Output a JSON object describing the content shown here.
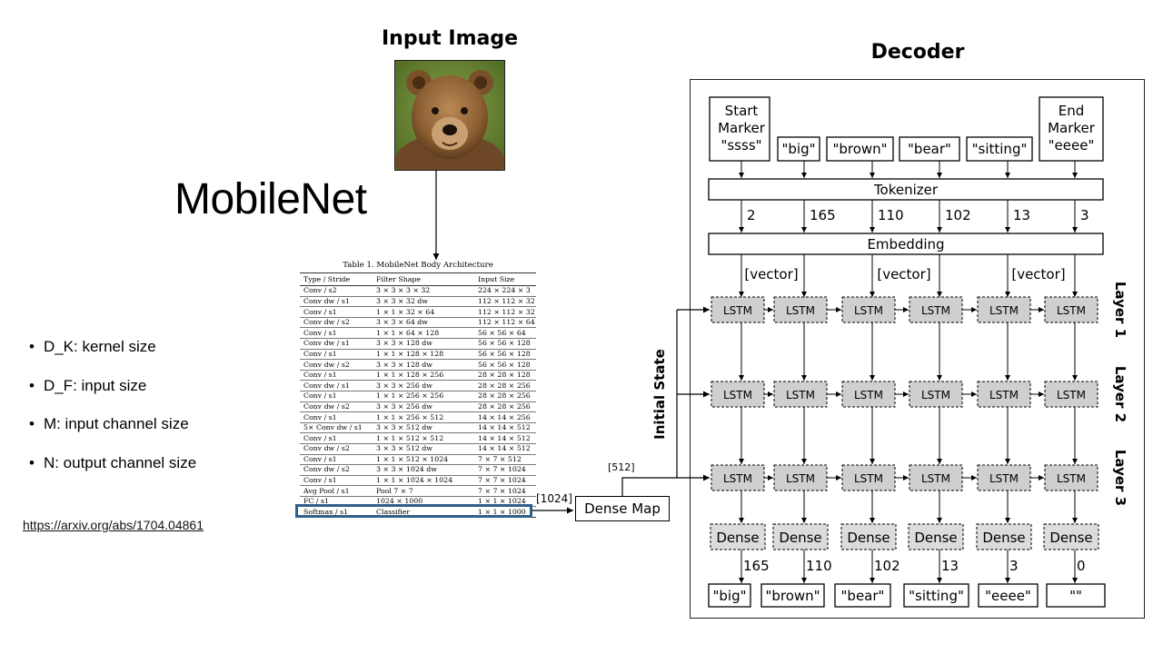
{
  "input_image": {
    "title": "Input Image",
    "alt": "bear"
  },
  "mobilenet": {
    "title": "MobileNet",
    "table_caption": "Table 1. MobileNet Body Architecture",
    "headers": [
      "Type / Stride",
      "Filter Shape",
      "Input Size"
    ],
    "rows": [
      [
        "Conv / s2",
        "3 × 3 × 3 × 32",
        "224 × 224 × 3"
      ],
      [
        "Conv dw / s1",
        "3 × 3 × 32 dw",
        "112 × 112 × 32"
      ],
      [
        "Conv / s1",
        "1 × 1 × 32 × 64",
        "112 × 112 × 32"
      ],
      [
        "Conv dw / s2",
        "3 × 3 × 64 dw",
        "112 × 112 × 64"
      ],
      [
        "Conv / s1",
        "1 × 1 × 64 × 128",
        "56 × 56 × 64"
      ],
      [
        "Conv dw / s1",
        "3 × 3 × 128 dw",
        "56 × 56 × 128"
      ],
      [
        "Conv / s1",
        "1 × 1 × 128 × 128",
        "56 × 56 × 128"
      ],
      [
        "Conv dw / s2",
        "3 × 3 × 128 dw",
        "56 × 56 × 128"
      ],
      [
        "Conv / s1",
        "1 × 1 × 128 × 256",
        "28 × 28 × 128"
      ],
      [
        "Conv dw / s1",
        "3 × 3 × 256 dw",
        "28 × 28 × 256"
      ],
      [
        "Conv / s1",
        "1 × 1 × 256 × 256",
        "28 × 28 × 256"
      ],
      [
        "Conv dw / s2",
        "3 × 3 × 256 dw",
        "28 × 28 × 256"
      ],
      [
        "Conv / s1",
        "1 × 1 × 256 × 512",
        "14 × 14 × 256"
      ],
      [
        "5× Conv dw / s1",
        "3 × 3 × 512 dw",
        "14 × 14 × 512"
      ],
      [
        "Conv / s1",
        "1 × 1 × 512 × 512",
        "14 × 14 × 512"
      ],
      [
        "Conv dw / s2",
        "3 × 3 × 512 dw",
        "14 × 14 × 512"
      ],
      [
        "Conv / s1",
        "1 × 1 × 512 × 1024",
        "7 × 7 × 512"
      ],
      [
        "Conv dw / s2",
        "3 × 3 × 1024 dw",
        "7 × 7 × 1024"
      ],
      [
        "Conv / s1",
        "1 × 1 × 1024 × 1024",
        "7 × 7 × 1024"
      ],
      [
        "Avg Pool / s1",
        "Pool 7 × 7",
        "7 × 7 × 1024"
      ],
      [
        "FC / s1",
        "1024 × 1000",
        "1 × 1 × 1024"
      ],
      [
        "Softmax / s1",
        "Classifier",
        "1 × 1 × 1000"
      ]
    ]
  },
  "bullets": [
    "D_K: kernel size",
    "D_F: input size",
    "M: input channel size",
    "N: output channel size"
  ],
  "link": "https://arxiv.org/abs/1704.04861",
  "connectors": {
    "out_1024": "[1024]",
    "dense_map": "Dense Map",
    "out_512": "[512]",
    "initial_state": "Initial State"
  },
  "decoder": {
    "title": "Decoder",
    "start_marker": [
      "Start",
      "Marker",
      "\"ssss\""
    ],
    "end_marker": [
      "End",
      "Marker",
      "\"eeee\""
    ],
    "words": [
      "\"big\"",
      "\"brown\"",
      "\"bear\"",
      "\"sitting\""
    ],
    "tokenizer": "Tokenizer",
    "token_ids": [
      "2",
      "165",
      "110",
      "102",
      "13",
      "3"
    ],
    "embedding": "Embedding",
    "vector_label": "[vector]",
    "lstm": "LSTM",
    "layers": [
      "Layer 1",
      "Layer 2",
      "Layer 3"
    ],
    "dense": "Dense",
    "output_ids": [
      "165",
      "110",
      "102",
      "13",
      "3",
      "0"
    ],
    "outputs": [
      "\"big\"",
      "\"brown\"",
      "\"bear\"",
      "\"sitting\"",
      "\"eeee\"",
      "\"\""
    ]
  }
}
